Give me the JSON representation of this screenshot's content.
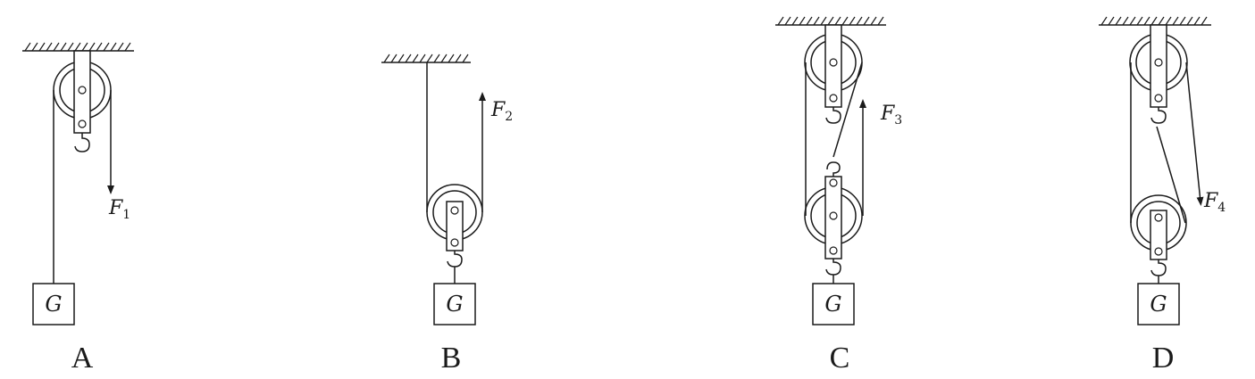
{
  "diagrams": [
    {
      "id": "A",
      "caption": "A",
      "weight_label": "G",
      "force_symbol": "F",
      "force_subscript": "1"
    },
    {
      "id": "B",
      "caption": "B",
      "weight_label": "G",
      "force_symbol": "F",
      "force_subscript": "2"
    },
    {
      "id": "C",
      "caption": "C",
      "weight_label": "G",
      "force_symbol": "F",
      "force_subscript": "3"
    },
    {
      "id": "D",
      "caption": "D",
      "weight_label": "G",
      "force_symbol": "F",
      "force_subscript": "4"
    }
  ]
}
